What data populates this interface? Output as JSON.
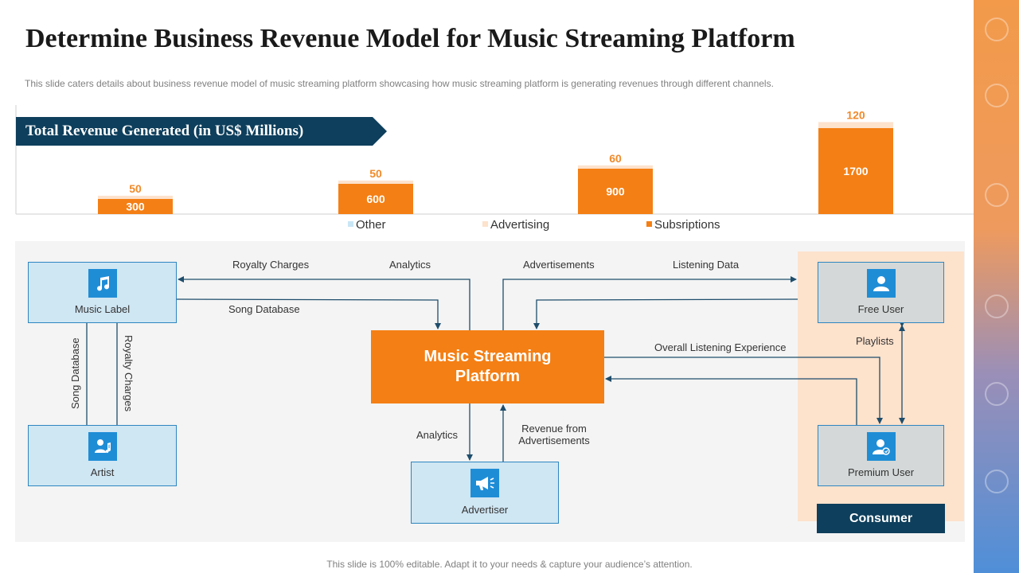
{
  "slide": {
    "title": "Determine Business Revenue Model for Music Streaming Platform",
    "subtitle": "This slide caters details about business revenue  model of music streaming platform showcasing how music streaming platform is generating revenues through different channels.",
    "footer": "This slide is 100% editable. Adapt it to your needs & capture your audience’s attention."
  },
  "chart_banner": "Total Revenue Generated (in US$ Millions)",
  "chart_data": {
    "type": "bar",
    "stacked": true,
    "categories": [
      "",
      "",
      "",
      ""
    ],
    "series": [
      {
        "name": "Other",
        "values": [
          0,
          0,
          0,
          0
        ],
        "color": "#c9e6f5"
      },
      {
        "name": "Advertising",
        "values": [
          50,
          50,
          60,
          120
        ],
        "color": "#fde2cc"
      },
      {
        "name": "Subsriptions",
        "values": [
          300,
          600,
          900,
          1700
        ],
        "color": "#f47f14"
      }
    ],
    "data_labels": {
      "Advertising": [
        "50",
        "50",
        "60",
        "120"
      ],
      "Subsriptions": [
        "300",
        "600",
        "900",
        "1700"
      ]
    },
    "legend_position": "bottom"
  },
  "legend": {
    "other": "Other",
    "advertising": "Advertising",
    "subscriptions": "Subsriptions"
  },
  "colors": {
    "navy": "#0e3f5c",
    "orange": "#f47f14",
    "light_blue": "#cfe6f3",
    "peach": "#fde2cc",
    "icon_blue": "#1f8dd6",
    "arrow": "#1e4d6b"
  },
  "nodes": {
    "music_label": {
      "label": "Music Label",
      "icon": "music-note-icon"
    },
    "artist": {
      "label": "Artist",
      "icon": "artist-icon"
    },
    "advertiser": {
      "label": "Advertiser",
      "icon": "megaphone-icon"
    },
    "free_user": {
      "label": "Free User",
      "icon": "user-icon"
    },
    "premium_user": {
      "label": "Premium User",
      "icon": "premium-user-icon"
    },
    "platform": {
      "line1": "Music Streaming",
      "line2": "Platform"
    },
    "consumer": "Consumer"
  },
  "edges": {
    "royalty_charges_top": "Royalty Charges",
    "song_database_top": "Song Database",
    "analytics_top": "Analytics",
    "advertisements": "Advertisements",
    "listening_data": "Listening Data",
    "overall_listening": "Overall  Listening Experience",
    "playlists": "Playlists",
    "song_database_vertical": "Song Database",
    "royalty_charges_vertical": "Royalty Charges",
    "analytics_bottom": "Analytics",
    "revenue_line1": "Revenue  from",
    "revenue_line2": "Advertisements"
  }
}
